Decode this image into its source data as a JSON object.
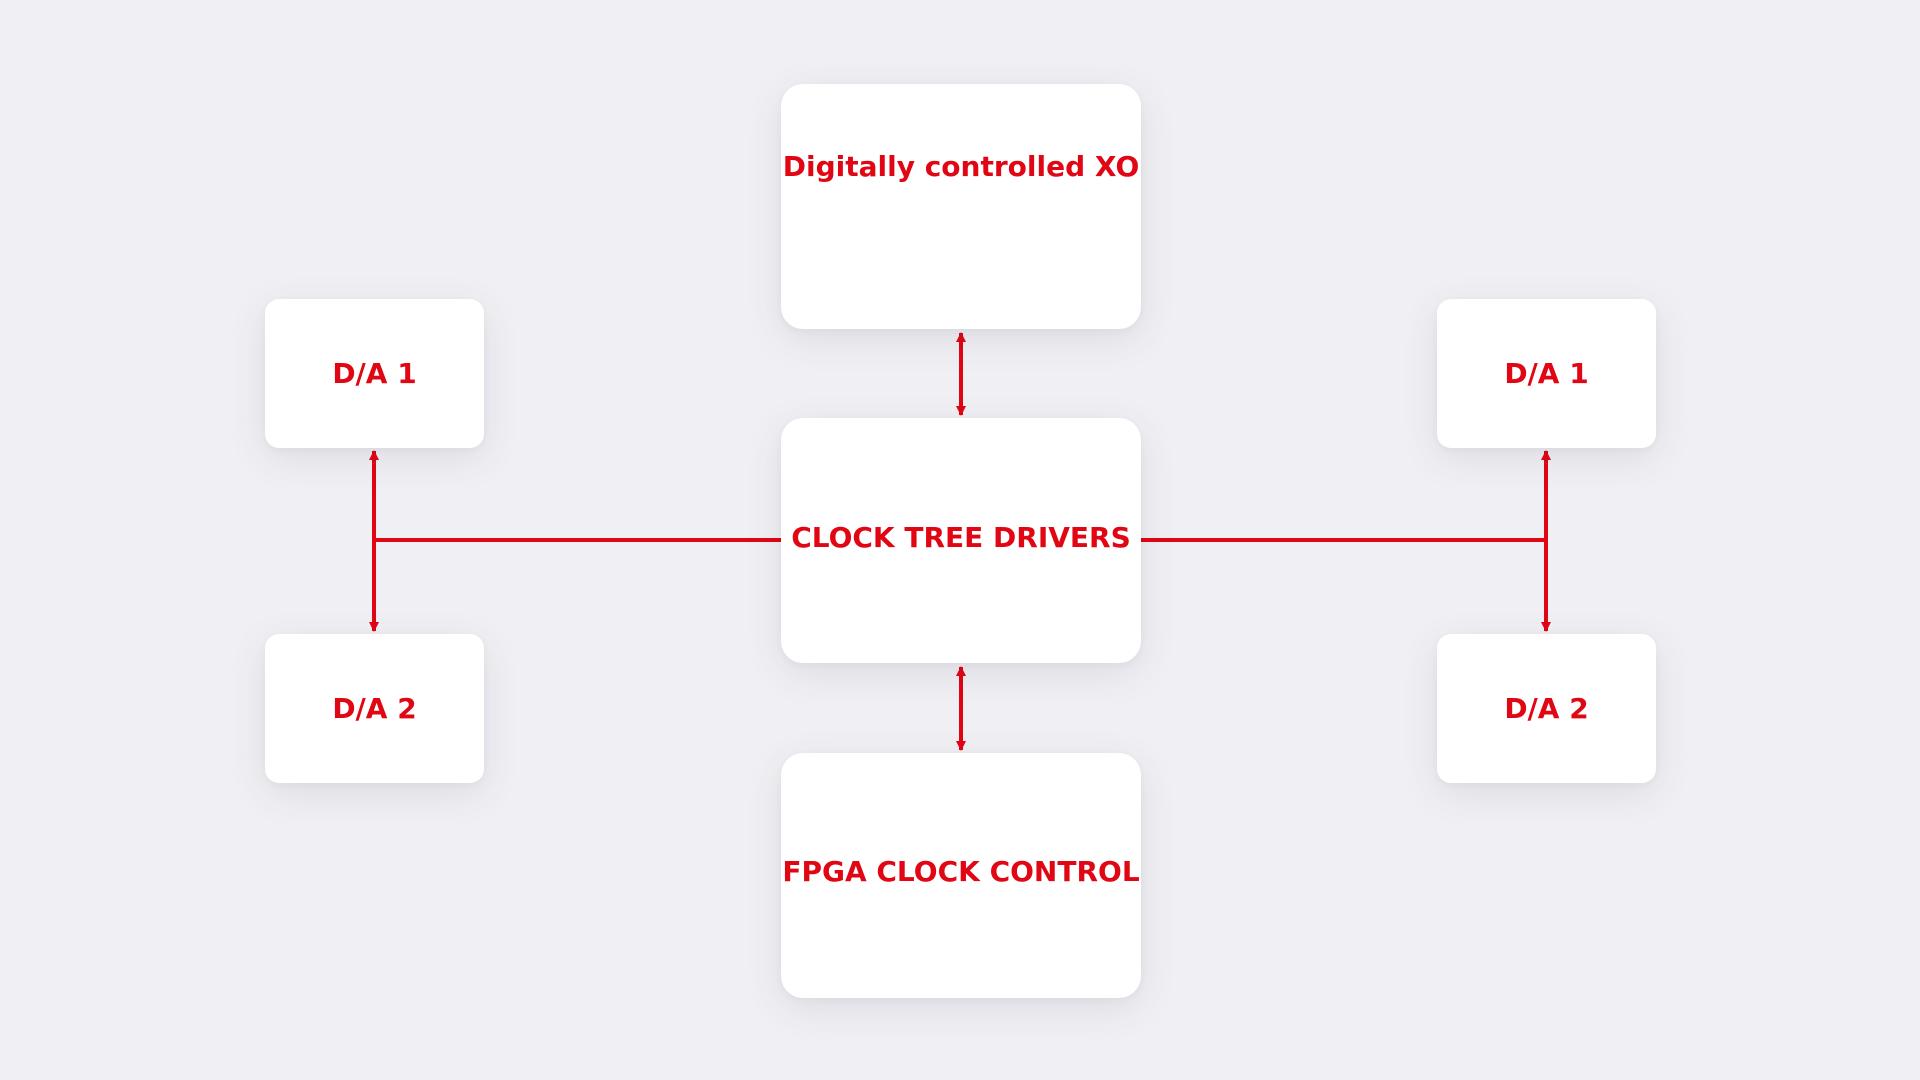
{
  "diagram": {
    "accent_color": "#e10613",
    "boxes": {
      "xo": {
        "label": "Digitally controlled XO"
      },
      "clock_tree": {
        "label": "CLOCK TREE DRIVERS"
      },
      "fpga": {
        "label": "FPGA CLOCK CONTROL"
      },
      "left_da1": {
        "label": "D/A 1"
      },
      "left_da2": {
        "label": "D/A 2"
      },
      "right_da1": {
        "label": "D/A 1"
      },
      "right_da2": {
        "label": "D/A 2"
      }
    },
    "connections": [
      {
        "from": "xo",
        "to": "clock_tree",
        "type": "bidirectional"
      },
      {
        "from": "clock_tree",
        "to": "fpga",
        "type": "bidirectional"
      },
      {
        "from": "clock_tree",
        "to": "left_da1",
        "type": "directed"
      },
      {
        "from": "clock_tree",
        "to": "left_da2",
        "type": "directed"
      },
      {
        "from": "clock_tree",
        "to": "right_da1",
        "type": "directed"
      },
      {
        "from": "clock_tree",
        "to": "right_da2",
        "type": "directed"
      }
    ]
  }
}
